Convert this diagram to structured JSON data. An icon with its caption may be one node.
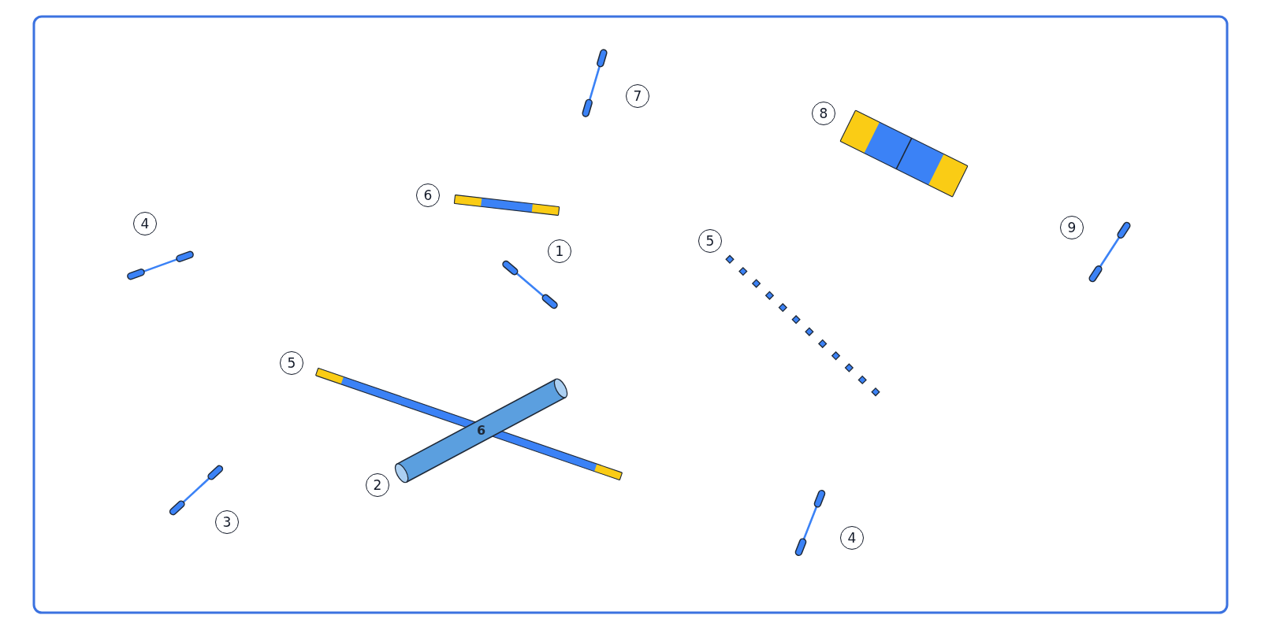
{
  "diagram": {
    "nodes": [
      {
        "text": [
          "7"
        ]
      },
      {
        "text": [
          "8"
        ]
      },
      {
        "text": [
          "6"
        ]
      },
      {
        "text": [
          "4"
        ]
      },
      {
        "text": [
          "9"
        ]
      },
      {
        "text": [
          "5"
        ]
      },
      {
        "text": [
          "1"
        ]
      },
      {
        "text": [
          "5"
        ]
      },
      {
        "text": [
          "6"
        ]
      },
      {
        "text": [
          "2"
        ]
      },
      {
        "text": [
          "3"
        ]
      },
      {
        "text": [
          "4"
        ]
      }
    ]
  }
}
